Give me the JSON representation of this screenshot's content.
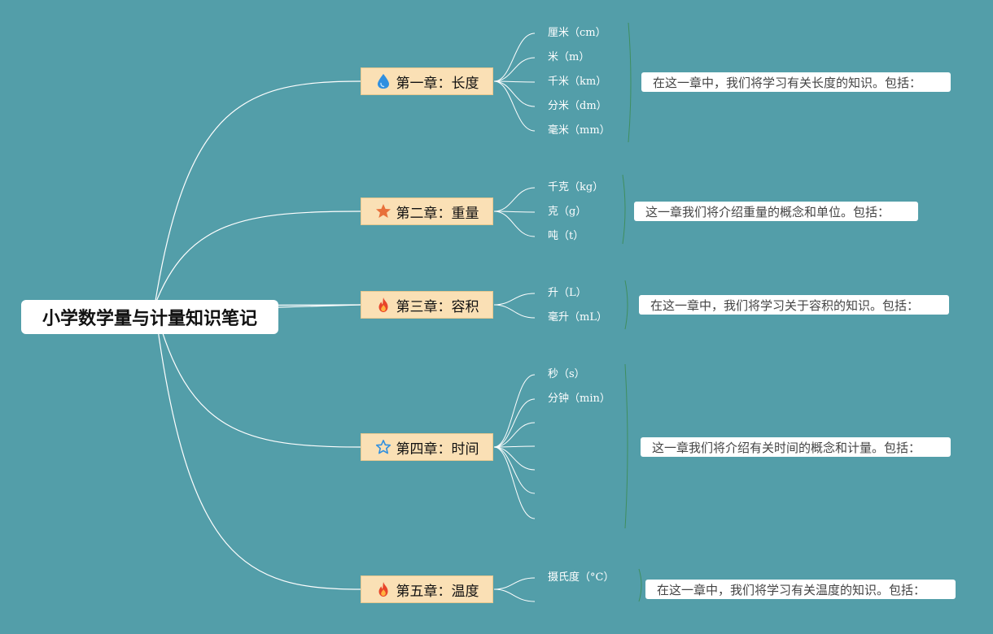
{
  "root": {
    "title": "小学数学量与计量知识笔记"
  },
  "chapters": [
    {
      "title": "第一章：长度",
      "icon": "water-drop-icon",
      "icon_color": "#2f8fe0",
      "items": [
        "厘米（cm）",
        "米（m）",
        "千米（km）",
        "分米（dm）",
        "毫米（mm）"
      ],
      "summary": "在这一章中，我们将学习有关长度的知识。包括："
    },
    {
      "title": "第二章：重量",
      "icon": "star-icon",
      "icon_color": "#e8703a",
      "items": [
        "千克（kg）",
        "克（g）",
        "吨（t）"
      ],
      "summary": "这一章我们将介绍重量的概念和单位。包括："
    },
    {
      "title": "第三章：容积",
      "icon": "fire-icon",
      "icon_color": "#e8452a",
      "items": [
        "升（L）",
        "毫升（mL）"
      ],
      "summary": "在这一章中，我们将学习关于容积的知识。包括："
    },
    {
      "title": "第四章：时间",
      "icon": "star-outline-icon",
      "icon_color": "#2f8fe0",
      "items": [
        "秒（s）",
        "分钟（min）",
        "",
        "",
        "",
        "",
        ""
      ],
      "summary": "这一章我们将介绍有关时间的概念和计量。包括："
    },
    {
      "title": "第五章：温度",
      "icon": "fire-icon",
      "icon_color": "#e8452a",
      "items": [
        "摄氏度（°C）",
        ""
      ],
      "summary": "在这一章中，我们将学习有关温度的知识。包括："
    }
  ]
}
